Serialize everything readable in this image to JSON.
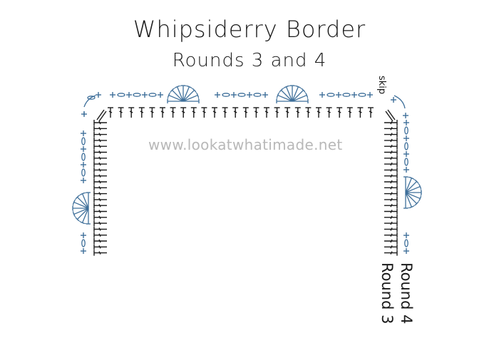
{
  "title": "Whipsiderry Border",
  "subtitle": "Rounds 3 and 4",
  "watermark": "www.lookatwhatimade.net",
  "skip_label": "skip",
  "round3_label": "Round 3",
  "round4_label": "Round 4",
  "colors": {
    "round3": "#1a1a1a",
    "round4": "#3e6f9a",
    "text": "#1a1a1a",
    "watermark": "#b8b8b8"
  },
  "stitches": {
    "round3": "treble-crochet (T)",
    "round4": "chain, single crochet and fan stitches"
  },
  "counts": {
    "top_trebles": 26,
    "left_trebles": 23,
    "right_trebles": 23,
    "top_fans": 2,
    "side_fans": 2
  }
}
